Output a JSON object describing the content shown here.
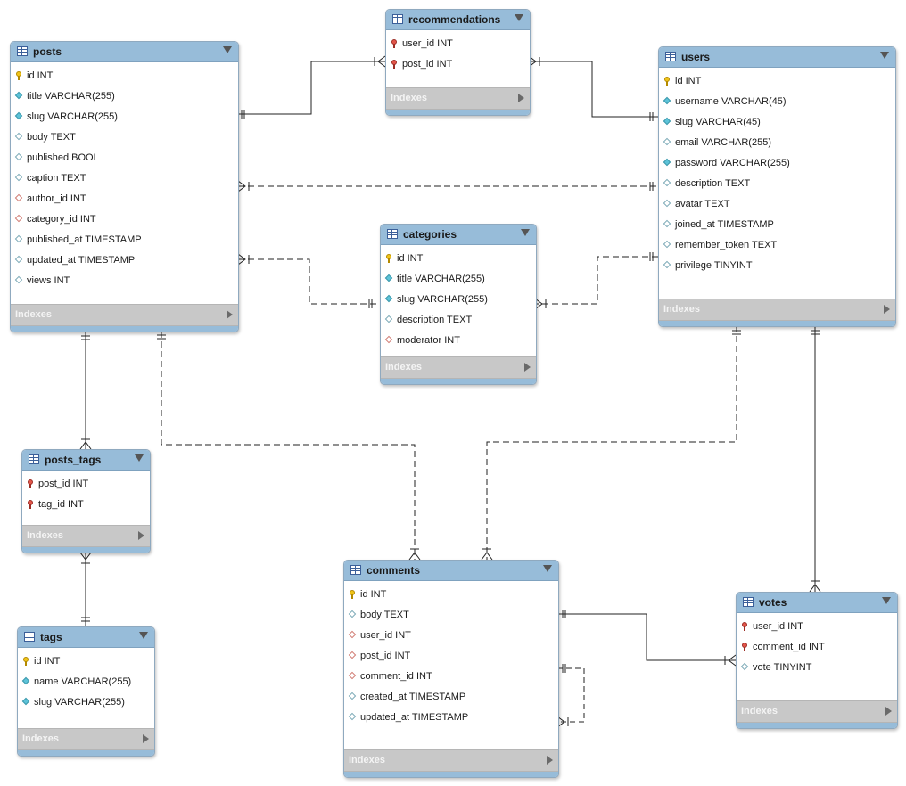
{
  "indexes_label": "Indexes",
  "tables": {
    "posts": {
      "name": "posts",
      "columns": [
        {
          "text": "id INT",
          "icon": "primary-key-icon"
        },
        {
          "text": "title VARCHAR(255)",
          "icon": "not-null-column-icon"
        },
        {
          "text": "slug VARCHAR(255)",
          "icon": "not-null-column-icon"
        },
        {
          "text": "body TEXT",
          "icon": "nullable-column-icon"
        },
        {
          "text": "published BOOL",
          "icon": "nullable-column-icon"
        },
        {
          "text": "caption TEXT",
          "icon": "nullable-column-icon"
        },
        {
          "text": "author_id INT",
          "icon": "foreign-key-column-icon"
        },
        {
          "text": "category_id INT",
          "icon": "foreign-key-column-icon"
        },
        {
          "text": "published_at TIMESTAMP",
          "icon": "nullable-column-icon"
        },
        {
          "text": "updated_at TIMESTAMP",
          "icon": "nullable-column-icon"
        },
        {
          "text": "views INT",
          "icon": "nullable-column-icon"
        }
      ]
    },
    "recommendations": {
      "name": "recommendations",
      "columns": [
        {
          "text": "user_id INT",
          "icon": "foreign-primary-key-icon"
        },
        {
          "text": "post_id INT",
          "icon": "foreign-primary-key-icon"
        }
      ]
    },
    "users": {
      "name": "users",
      "columns": [
        {
          "text": "id INT",
          "icon": "primary-key-icon"
        },
        {
          "text": "username VARCHAR(45)",
          "icon": "not-null-column-icon"
        },
        {
          "text": "slug VARCHAR(45)",
          "icon": "not-null-column-icon"
        },
        {
          "text": "email VARCHAR(255)",
          "icon": "nullable-column-icon"
        },
        {
          "text": "password VARCHAR(255)",
          "icon": "not-null-column-icon"
        },
        {
          "text": "description TEXT",
          "icon": "nullable-column-icon"
        },
        {
          "text": "avatar TEXT",
          "icon": "nullable-column-icon"
        },
        {
          "text": "joined_at TIMESTAMP",
          "icon": "nullable-column-icon"
        },
        {
          "text": "remember_token TEXT",
          "icon": "nullable-column-icon"
        },
        {
          "text": "privilege TINYINT",
          "icon": "nullable-column-icon"
        }
      ]
    },
    "categories": {
      "name": "categories",
      "columns": [
        {
          "text": "id INT",
          "icon": "primary-key-icon"
        },
        {
          "text": "title VARCHAR(255)",
          "icon": "not-null-column-icon"
        },
        {
          "text": "slug VARCHAR(255)",
          "icon": "not-null-column-icon"
        },
        {
          "text": "description TEXT",
          "icon": "nullable-column-icon"
        },
        {
          "text": "moderator INT",
          "icon": "foreign-key-column-icon"
        }
      ]
    },
    "posts_tags": {
      "name": "posts_tags",
      "columns": [
        {
          "text": "post_id INT",
          "icon": "foreign-primary-key-icon"
        },
        {
          "text": "tag_id INT",
          "icon": "foreign-primary-key-icon"
        }
      ]
    },
    "tags": {
      "name": "tags",
      "columns": [
        {
          "text": "id INT",
          "icon": "primary-key-icon"
        },
        {
          "text": "name VARCHAR(255)",
          "icon": "not-null-column-icon"
        },
        {
          "text": "slug VARCHAR(255)",
          "icon": "not-null-column-icon"
        }
      ]
    },
    "comments": {
      "name": "comments",
      "columns": [
        {
          "text": "id INT",
          "icon": "primary-key-icon"
        },
        {
          "text": "body TEXT",
          "icon": "nullable-column-icon"
        },
        {
          "text": "user_id INT",
          "icon": "foreign-key-column-icon"
        },
        {
          "text": "post_id INT",
          "icon": "foreign-key-column-icon"
        },
        {
          "text": "comment_id INT",
          "icon": "foreign-key-column-icon"
        },
        {
          "text": "created_at TIMESTAMP",
          "icon": "nullable-column-icon"
        },
        {
          "text": "updated_at TIMESTAMP",
          "icon": "nullable-column-icon"
        }
      ]
    },
    "votes": {
      "name": "votes",
      "columns": [
        {
          "text": "user_id INT",
          "icon": "foreign-primary-key-icon"
        },
        {
          "text": "comment_id INT",
          "icon": "foreign-primary-key-icon"
        },
        {
          "text": "vote TINYINT",
          "icon": "nullable-column-icon"
        }
      ]
    }
  }
}
